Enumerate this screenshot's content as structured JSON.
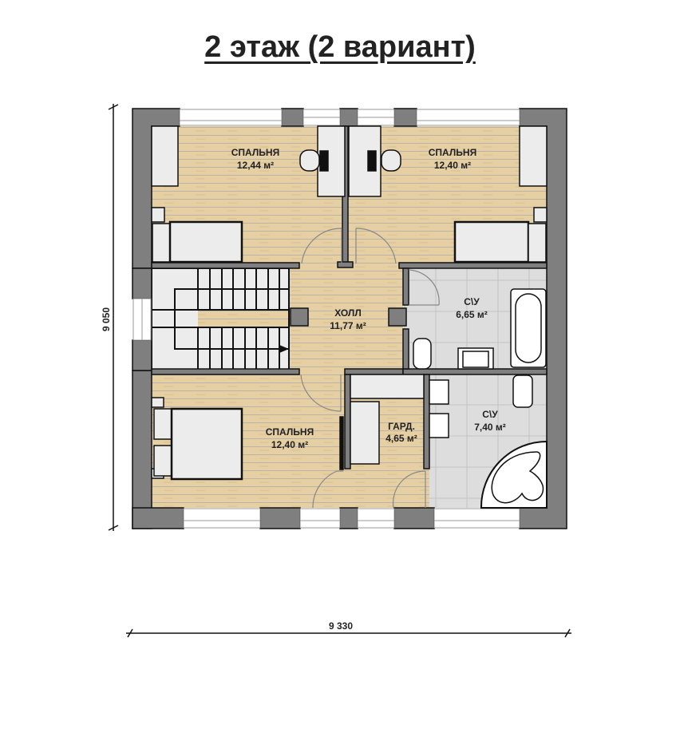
{
  "title": "2 этаж (2 вариант)",
  "rooms": [
    {
      "name": "СПАЛЬНЯ",
      "area": "12,44 м²",
      "position": "top-left"
    },
    {
      "name": "СПАЛЬНЯ",
      "area": "12,40 м²",
      "position": "top-right"
    },
    {
      "name": "ХОЛЛ",
      "area": "11,77 м²",
      "position": "center"
    },
    {
      "name": "С\\У",
      "area": "6,65 м²",
      "position": "center-right"
    },
    {
      "name": "СПАЛЬНЯ",
      "area": "12,40 м²",
      "position": "bottom-left"
    },
    {
      "name": "ГАРД.",
      "area": "4,65 м²",
      "position": "bottom-center"
    },
    {
      "name": "С\\У",
      "area": "7,40 м²",
      "position": "bottom-right"
    }
  ],
  "dimensions": {
    "width": "9 330",
    "height": "9 050"
  },
  "colors": {
    "wall": "#7f7f7f",
    "wood_floor": "#e6cfa3",
    "tile_floor": "#dcdcdc",
    "furniture": "#ececec",
    "outline": "#111111"
  }
}
